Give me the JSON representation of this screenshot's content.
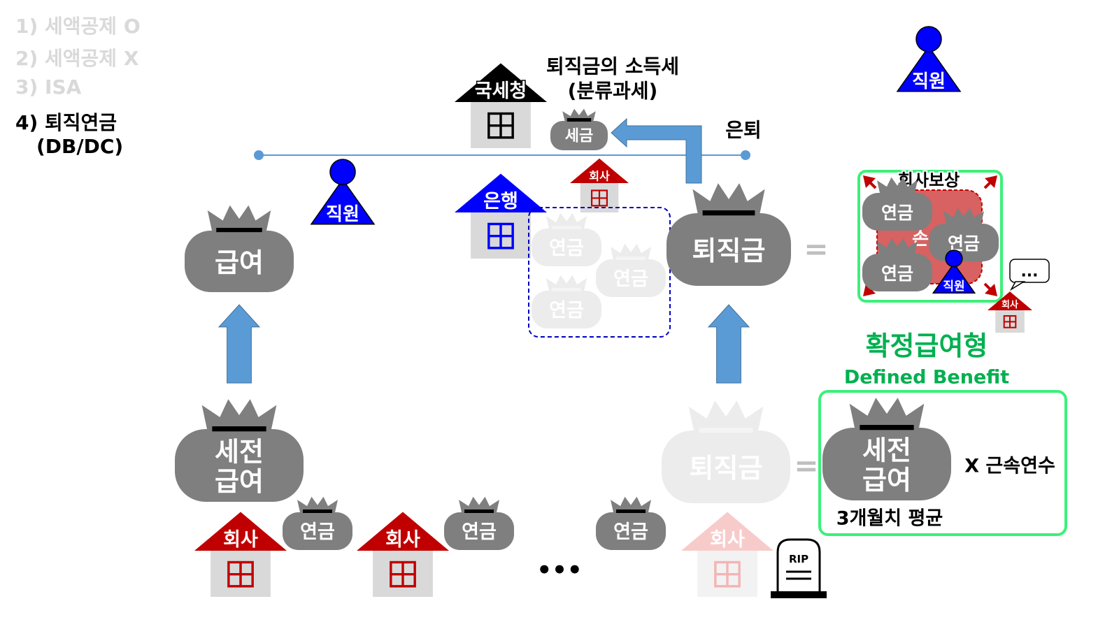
{
  "menu": {
    "items": [
      "1) 세액공제 O",
      "2) 세액공제 X",
      "3) ISA",
      "4) 퇴직연금"
    ],
    "active_sub": "(DB/DC)"
  },
  "labels": {
    "tax_title_line1": "퇴직금의 소득세",
    "tax_title_line2": "(분류과세)",
    "nts": "국세청",
    "tax": "세금",
    "retire": "은퇴",
    "employee": "직원",
    "company": "회사",
    "bank": "은행",
    "salary": "급여",
    "pretax_line1": "세전",
    "pretax_line2": "급여",
    "pension": "연금",
    "severance": "퇴직금",
    "equals": "=",
    "comp": "회사보상",
    "loss": "손실",
    "ellipsis": "...",
    "dots": "•••",
    "db_ko": "확정급여형",
    "db_en": "Defined Benefit",
    "times_years": "X 근속연수",
    "avg3": "3개월치 평균",
    "rip": "RIP"
  },
  "colors": {
    "gray": "#7f7f7f",
    "faded": "#ececec",
    "red": "#c00000",
    "blue": "#0000ff",
    "arrow": "#5b9bd5",
    "green": "#00b050",
    "green_border": "#3cf07a"
  }
}
